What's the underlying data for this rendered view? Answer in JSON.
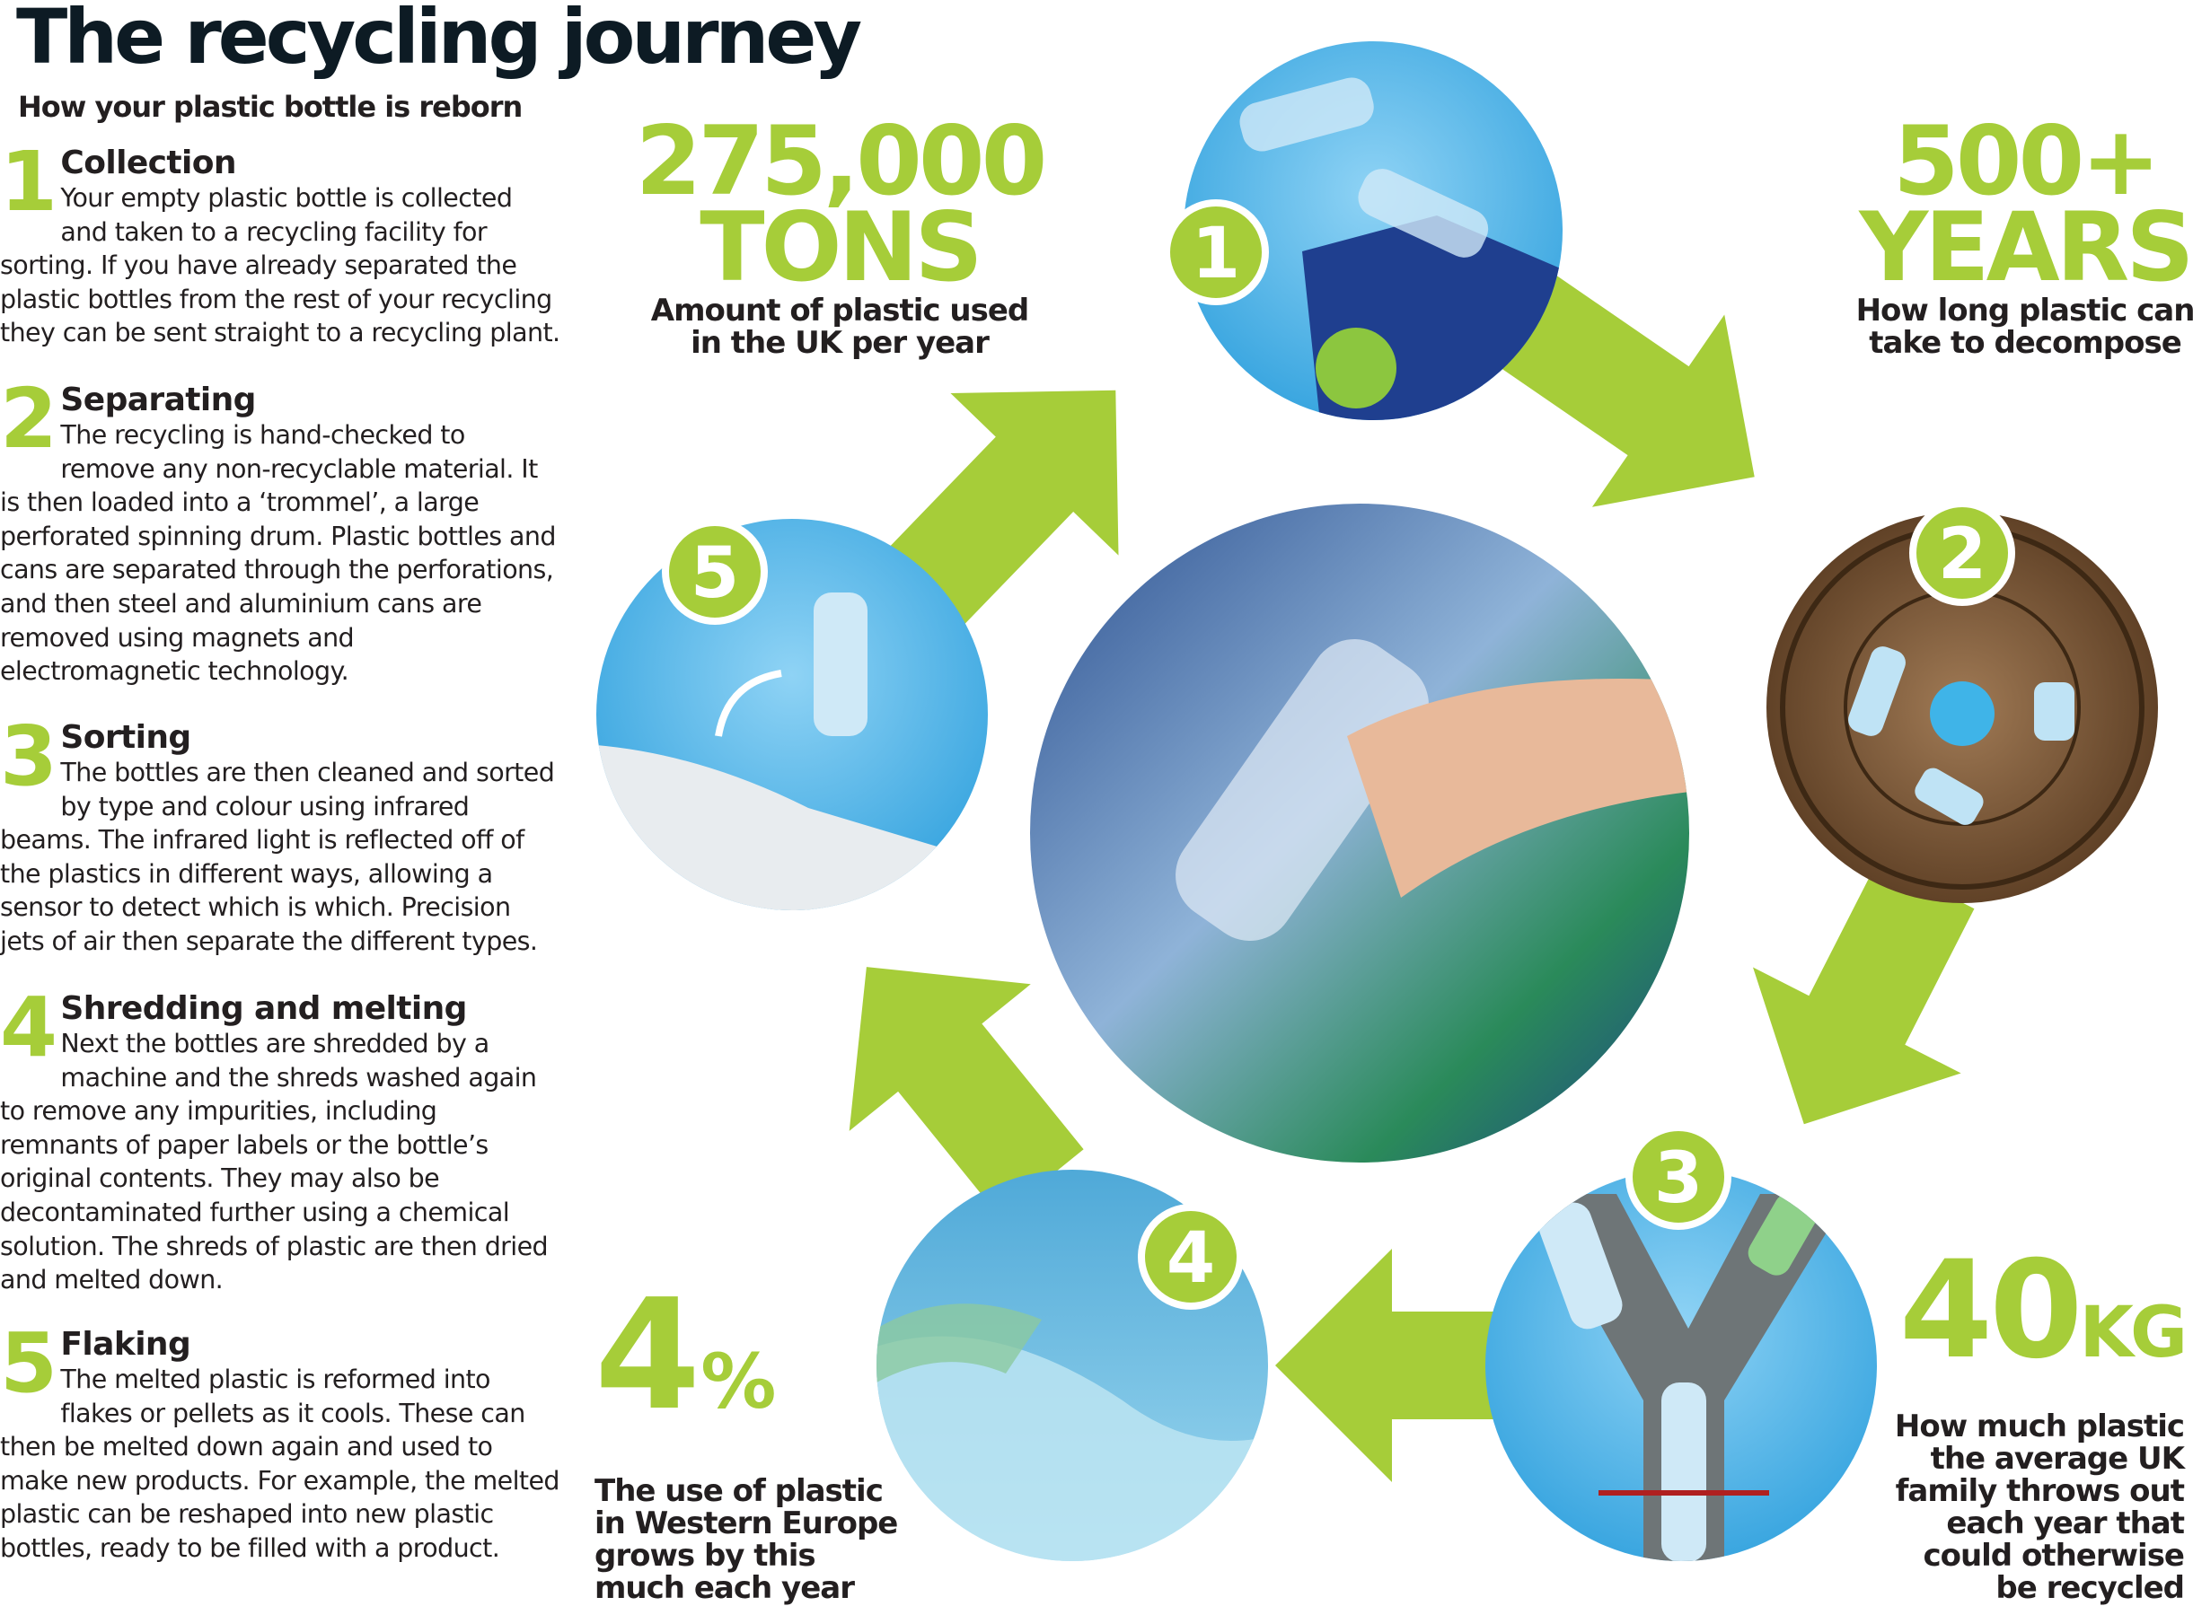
{
  "header": {
    "title": "The recycling journey",
    "subtitle": "How your plastic bottle is reborn"
  },
  "steps": [
    {
      "number": "1",
      "heading": "Collection",
      "body": "Your empty plastic bottle is collected and taken to a recycling facility for sorting. If you have already separated the plastic bottles from the rest of your recycling they can be sent straight to a recycling plant."
    },
    {
      "number": "2",
      "heading": "Separating",
      "body": "The recycling is hand-checked to remove any non-recyclable material. It is then loaded into a ‘trommel’, a large perforated spinning drum. Plastic bottles and cans are separated through the perforations, and then steel and aluminium cans are removed using magnets and electromagnetic technology."
    },
    {
      "number": "3",
      "heading": "Sorting",
      "body": "The bottles are then cleaned and sorted by type and colour using infrared beams. The infrared light is reflected off of the plastics in different ways, allowing a sensor to detect which is which. Precision jets of air then separate the different types."
    },
    {
      "number": "4",
      "heading": "Shredding and melting",
      "body": "Next the bottles are shredded by a machine and the shreds washed again to remove any impurities, including remnants of paper labels or the bottle’s original contents. They may also be decontaminated further using a chemical solution. The shreds of plastic are then dried and melted down."
    },
    {
      "number": "5",
      "heading": "Flaking",
      "body": "The melted plastic is reformed into flakes or pellets as it cools. These can then be melted down again and used to make new products. For example, the melted plastic can be reshaped into new plastic bottles, ready to be filled with a product."
    }
  ],
  "stats": {
    "tons": {
      "line1": "275,000",
      "line2": "TONS",
      "caption1": "Amount of plastic used",
      "caption2": "in the UK per year"
    },
    "years": {
      "line1": "500+",
      "line2": "YEARS",
      "caption1": "How long plastic can",
      "caption2": "take to decompose"
    },
    "kg": {
      "value": "40",
      "unit": "KG",
      "caption": [
        "How much plastic",
        "the average UK",
        "family throws out",
        "each year that",
        "could otherwise",
        "be recycled"
      ]
    },
    "percent": {
      "value": "4",
      "unit": "%",
      "caption": [
        "The use of plastic",
        "in Western Europe",
        "grows by this",
        "much each year"
      ]
    }
  },
  "cycle_badges": [
    "1",
    "2",
    "3",
    "4",
    "5"
  ],
  "colors": {
    "accent_green": "#a6cd39",
    "title_navy": "#0d1b24",
    "sky_blue": "#5bb8e8"
  }
}
